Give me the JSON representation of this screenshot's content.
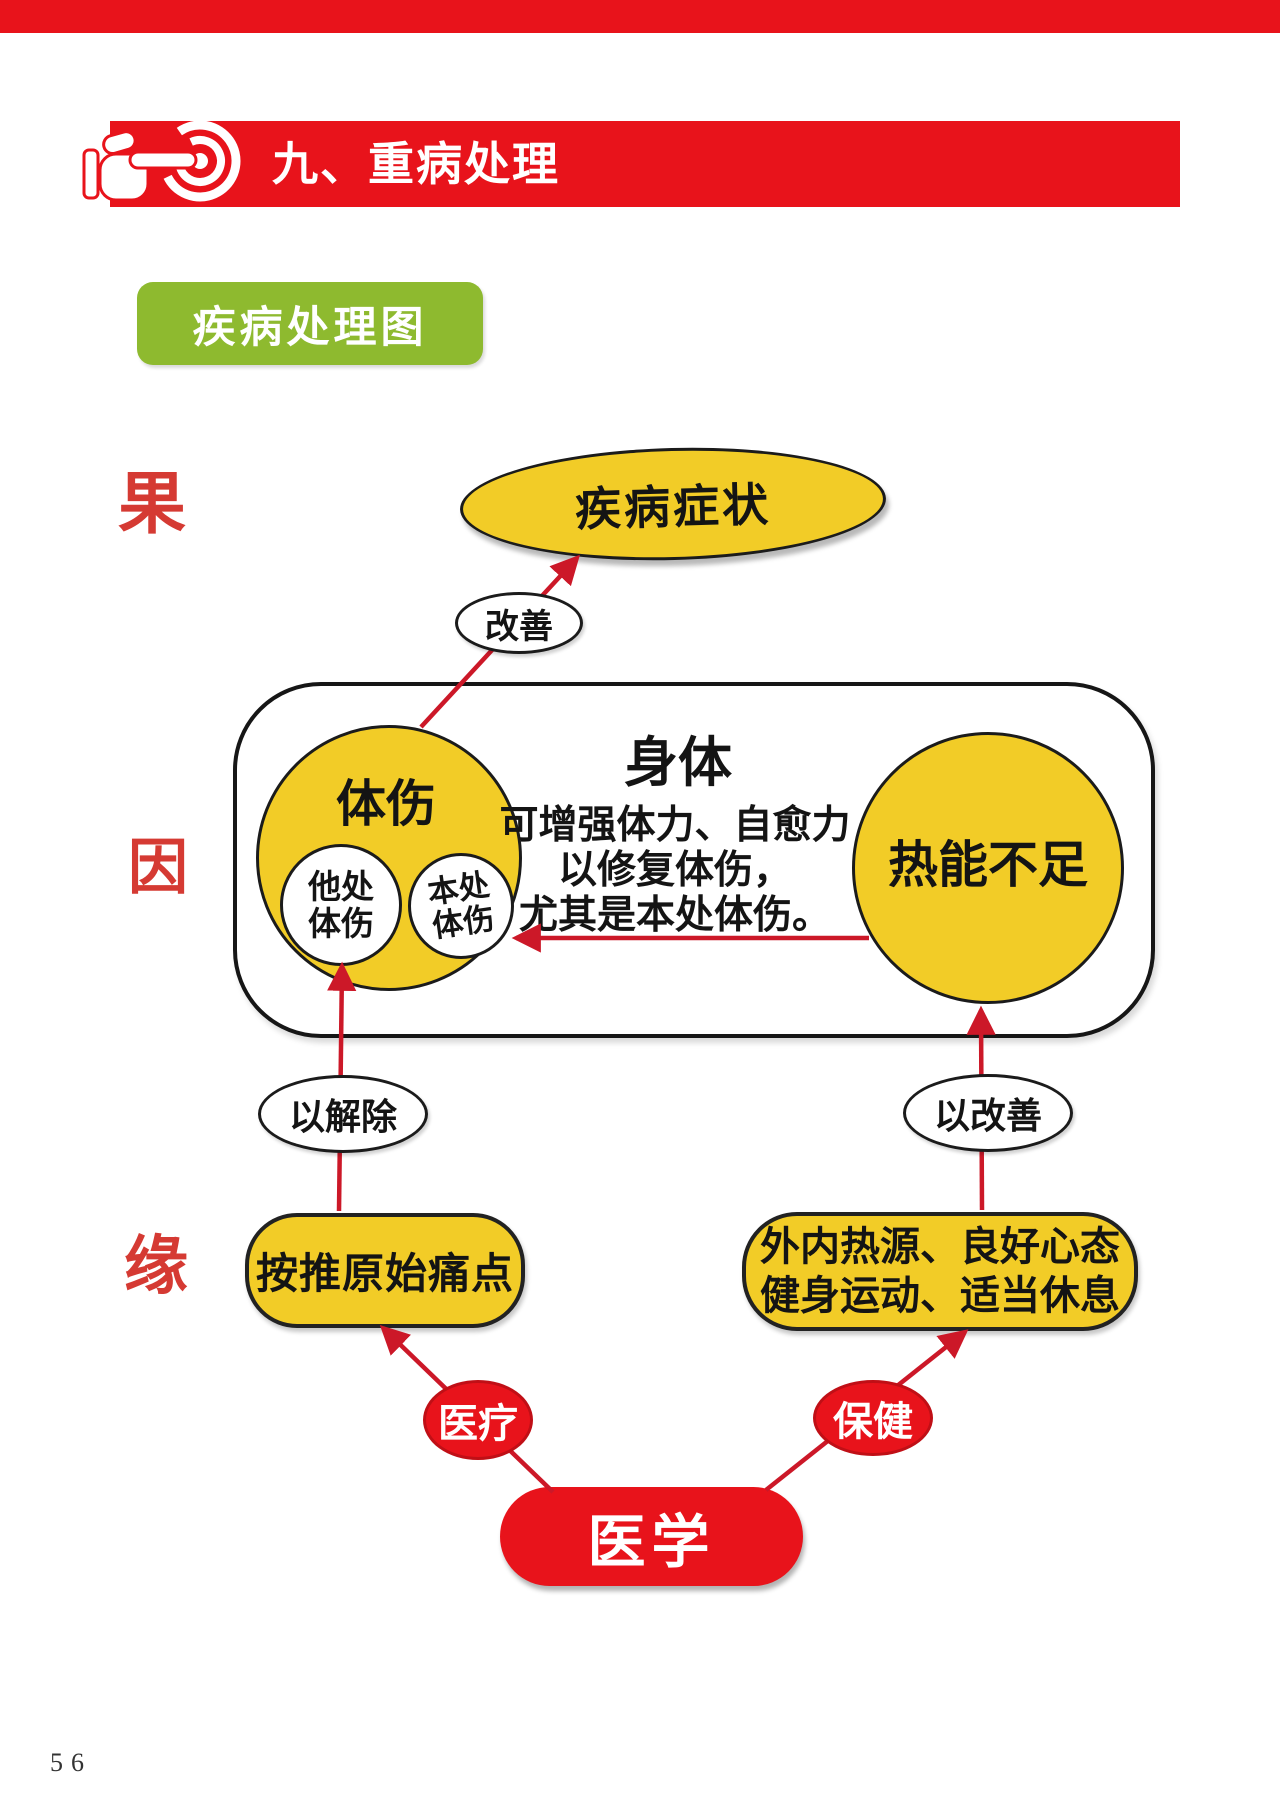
{
  "page": {
    "number": "56"
  },
  "header": {
    "title": "九、重病处理",
    "bar_color": "#e8131b",
    "icon": "pointing-hand-target-icon"
  },
  "badge": {
    "label": "疾病处理图",
    "color": "#8eba2f"
  },
  "side_labels": {
    "effect": "果",
    "cause": "因",
    "condition": "缘",
    "color": "#d53a33"
  },
  "nodes": {
    "symptoms": "疾病症状",
    "improve": "改善",
    "body_title": "身体",
    "injury": "体伤",
    "other_injury": [
      "他处",
      "体伤"
    ],
    "local_injury": [
      "本处",
      "体伤"
    ],
    "note": [
      "可增强体力、自愈力",
      "以修复体伤，",
      "尤其是本处体伤。"
    ],
    "heat": "热能不足",
    "relieve": "以解除",
    "improve2": "以改善",
    "press": "按推原始痛点",
    "health": [
      "外内热源、良好心态",
      "健身运动、适当休息"
    ],
    "medical": "医疗",
    "healthcare": "保健",
    "medicine": "医学"
  },
  "colors": {
    "yellow": "#f2cc27",
    "red": "#e8131b",
    "arrow": "#cc1828",
    "green": "#8eba2f",
    "outline": "#1b1b1b"
  }
}
